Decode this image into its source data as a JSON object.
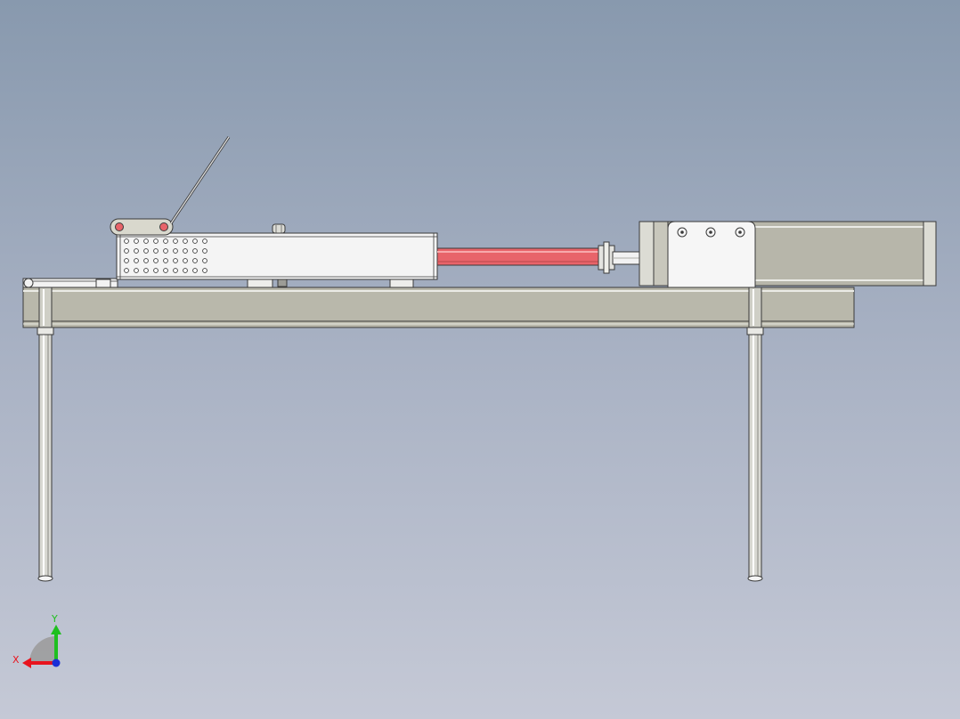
{
  "scene": {
    "view": "front",
    "background_top": "#8899ae",
    "background_bottom": "#c5c9d6"
  },
  "colors": {
    "part_light": "#f2f2f2",
    "part_edge": "#3a3a3a",
    "rail_fill": "#b9b8ab",
    "cylinder_fill": "#b7b6aa",
    "piston_rod": "#e8646a",
    "hole_fill": "#ffffff",
    "pivot_pin": "#e8646a",
    "axis_x": "#e8141e",
    "axis_y": "#1fbf1f",
    "axis_z": "#1a2fd6"
  },
  "triad": {
    "x_label": "X",
    "y_label": "Y",
    "x_icon": "axis-x-arrow-icon",
    "y_icon": "axis-y-arrow-icon",
    "z_icon": "axis-z-dot-icon"
  }
}
